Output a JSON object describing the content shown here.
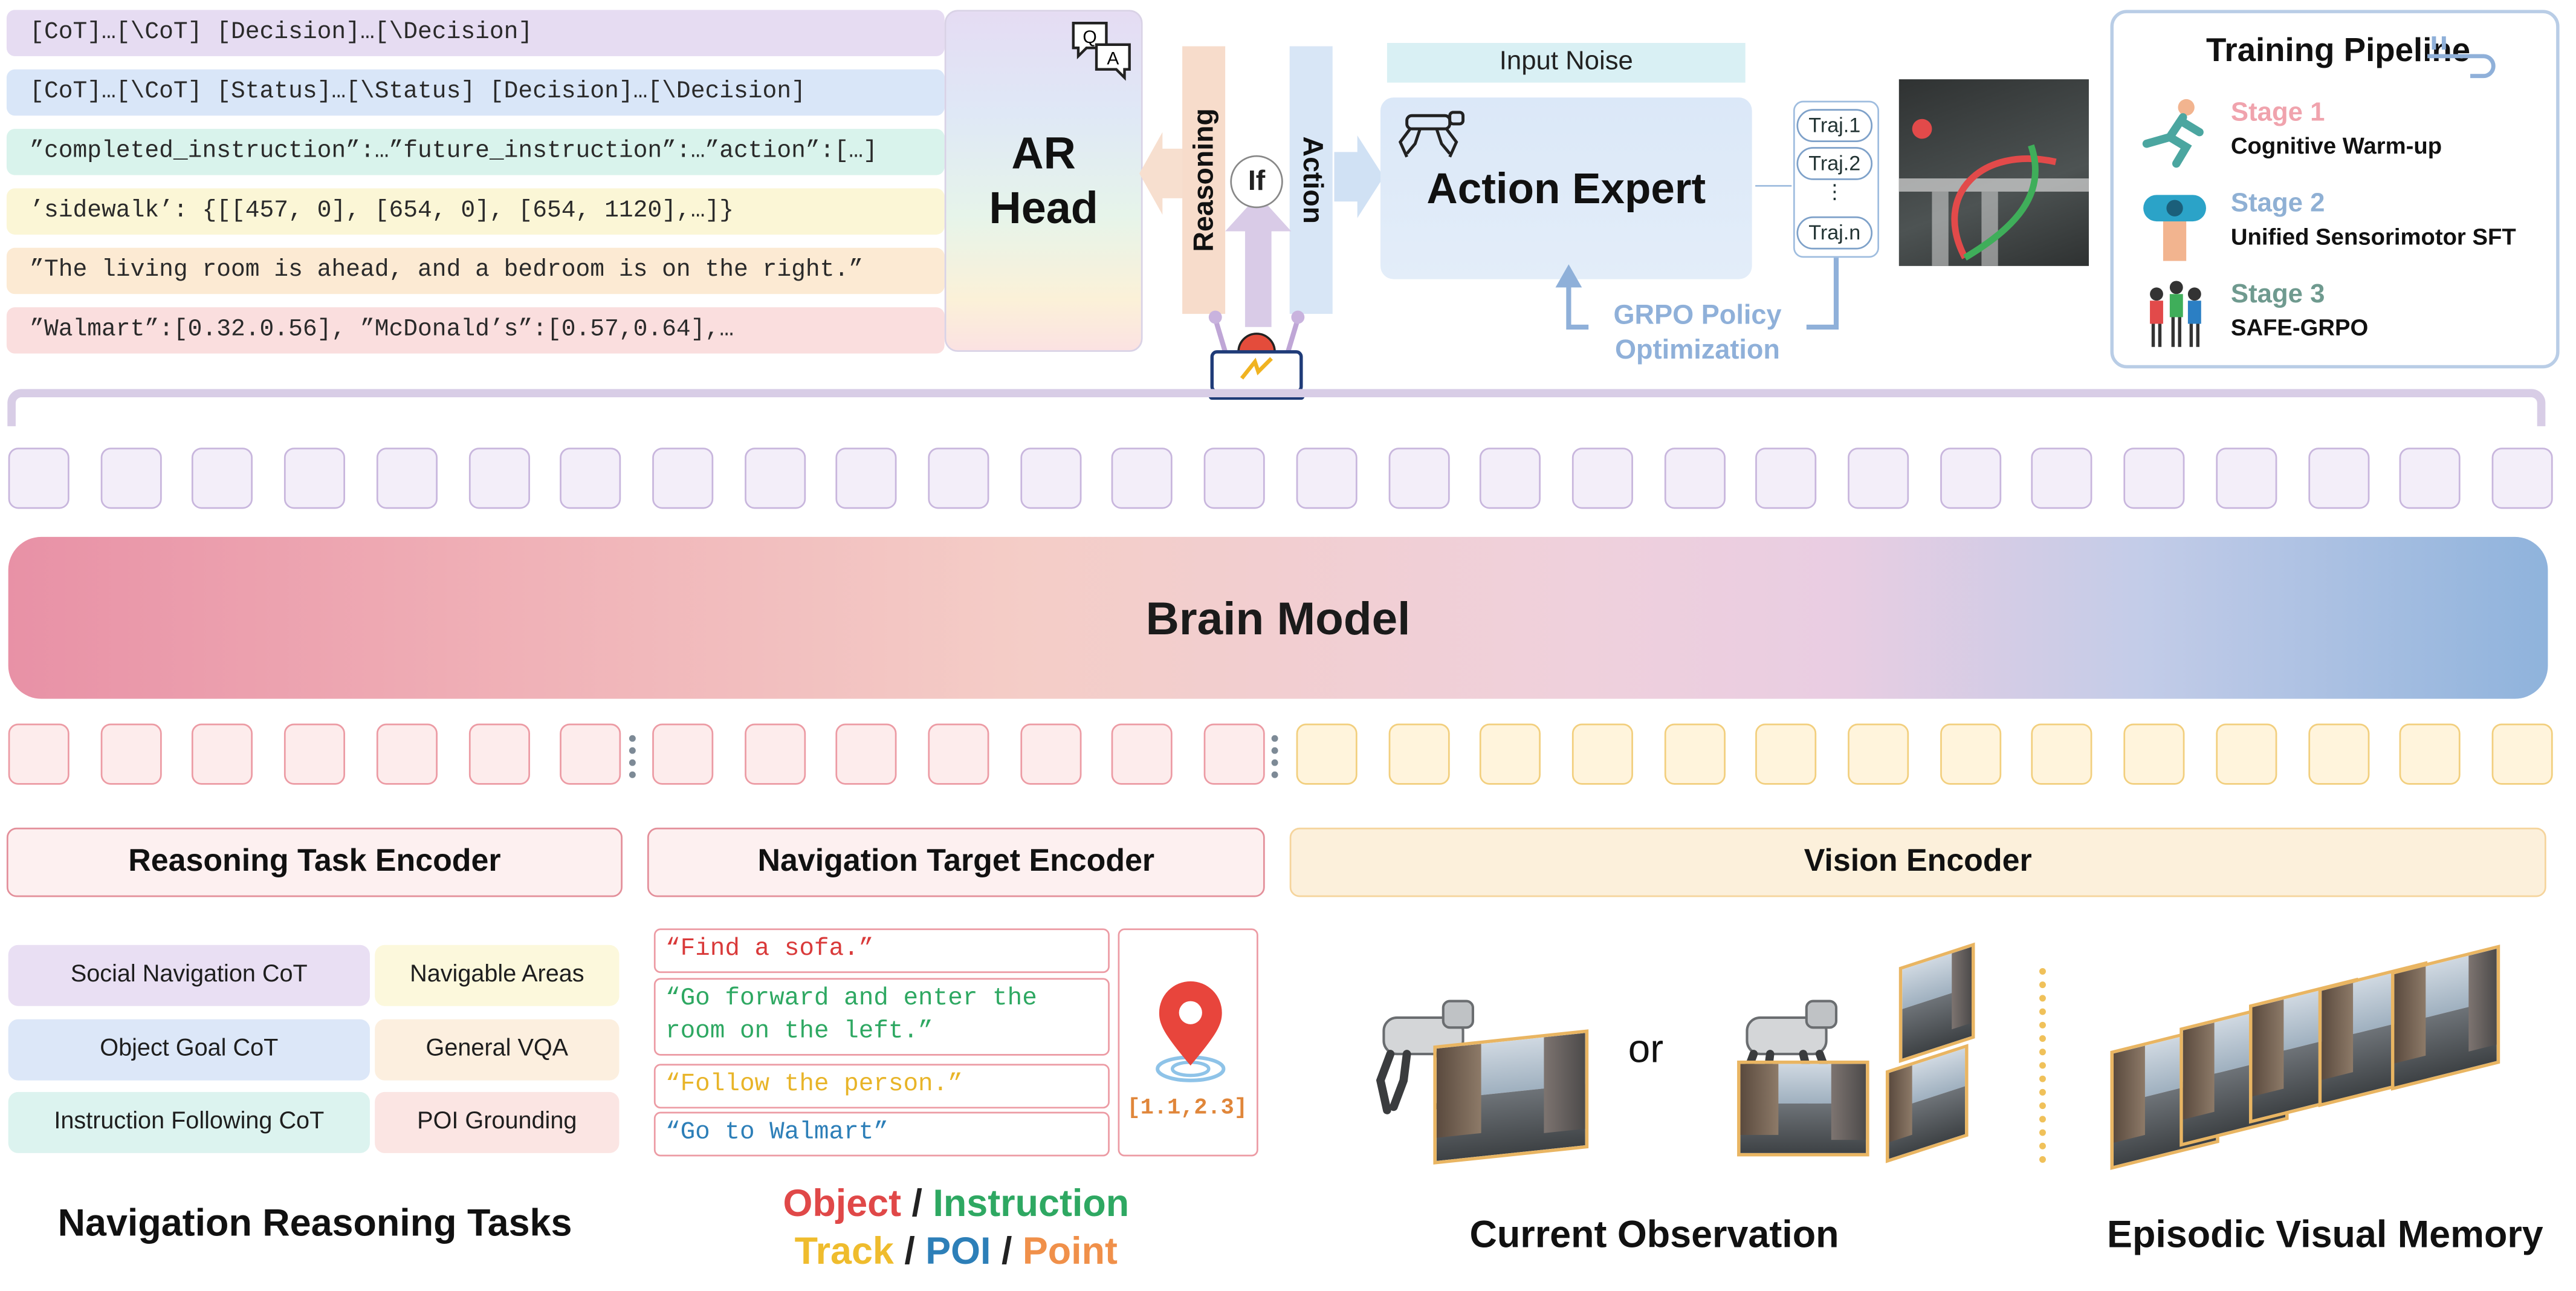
{
  "code_lines": [
    "[CoT]…[\\CoT] [Decision]…[\\Decision]",
    "[CoT]…[\\CoT] [Status]…[\\Status] [Decision]…[\\Decision]",
    "”completed_instruction”:…”future_instruction”:…”action”:[…]",
    "’sidewalk’: {[[457, 0], [654, 0], [654, 1120],…]}",
    "”The living room is ahead, and a bedroom is on the right.”",
    "”Walmart”:[0.32.0.56], ”McDonald’s”:[0.57,0.64],…"
  ],
  "ar_head": {
    "line1": "AR",
    "line2": "Head",
    "qa_q": "Q",
    "qa_a": "A"
  },
  "switch": {
    "reasoning": "Reasoning",
    "if": "If",
    "action": "Action"
  },
  "action_expert": {
    "noise": "Input Noise",
    "title": "Action Expert"
  },
  "trajectories": [
    "Traj.1",
    "Traj.2",
    "⋮",
    "Traj.n"
  ],
  "grpo": {
    "line1": "GRPO Policy",
    "line2": "Optimization"
  },
  "training": {
    "title": "Training Pipeline",
    "stages": [
      {
        "name": "Stage 1",
        "desc": "Cognitive Warm-up",
        "color": "#f0a3ad"
      },
      {
        "name": "Stage 2",
        "desc": "Unified Sensorimotor SFT",
        "color": "#8fb0d4"
      },
      {
        "name": "Stage 3",
        "desc": "SAFE-GRPO",
        "color": "#6f9a8f"
      }
    ]
  },
  "brain": {
    "title": "Brain Model"
  },
  "encoders": {
    "reasoning": "Reasoning Task Encoder",
    "navigation": "Navigation Target Encoder",
    "vision": "Vision Encoder"
  },
  "tasks": {
    "left": [
      "Social Navigation CoT",
      "Object Goal CoT",
      "Instruction Following CoT"
    ],
    "right": [
      "Navigable Areas",
      "General VQA",
      "POI Grounding"
    ],
    "caption": "Navigation Reasoning Tasks"
  },
  "nav_targets": {
    "items": [
      {
        "text": "“Find a sofa.”",
        "color": "#d93a3a"
      },
      {
        "text": "“Go forward and enter the room on the left.”",
        "color": "#2ea862"
      },
      {
        "text": "“Follow the person.”",
        "color": "#e8b428"
      },
      {
        "text": "“Go to Walmart”",
        "color": "#2d7fb8"
      }
    ],
    "point": "[1.1,2.3]",
    "legend": {
      "object": "Object",
      "sep1": "/",
      "instruction": "Instruction",
      "track": "Track",
      "sep2": "/",
      "poi": "POI",
      "sep3": "/",
      "pt": "Point"
    }
  },
  "vision": {
    "or": "or",
    "current": "Current Observation",
    "memory": "Episodic Visual Memory"
  }
}
